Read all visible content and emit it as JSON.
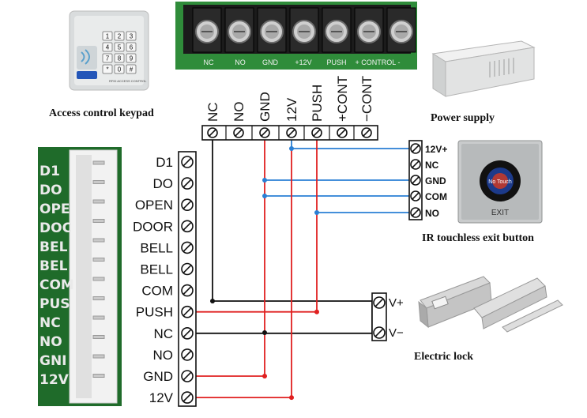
{
  "captions": {
    "keypad": "Access control keypad",
    "power": "Power supply",
    "exit": "IR touchless exit button",
    "lock": "Electric lock"
  },
  "keypad_face": {
    "keys": [
      "1",
      "2",
      "3",
      "4",
      "5",
      "6",
      "7",
      "8",
      "9",
      "*",
      "0",
      "#"
    ],
    "brand": "RFID ACCESS CONTROL"
  },
  "exit_button": {
    "sensor_text": "No Touch",
    "exit_text": "EXIT"
  },
  "power_top_strip": [
    "NC",
    "NO",
    "GND",
    "+12V",
    "PUSH",
    "+ CONTROL -"
  ],
  "power_top_terminals": [
    "NC",
    "NO",
    "GND",
    "12V",
    "PUSH",
    "+CONT",
    "−CONT"
  ],
  "controller_terminals": [
    "D1",
    "DO",
    "OPEN",
    "DOOR",
    "BELL",
    "BELL",
    "COM",
    "PUSH",
    "NC",
    "NO",
    "GND",
    "12V"
  ],
  "pcb_labels": [
    "D1",
    "DO",
    "OPE",
    "DOC",
    "BEL",
    "BEL",
    "COM",
    "PUS",
    "NC",
    "NO",
    "GNI",
    "12V"
  ],
  "exit_terminals": [
    "12V+",
    "NC",
    "GND",
    "COM",
    "NO"
  ],
  "lock_terminals": [
    "V+",
    "V−"
  ],
  "colors": {
    "red_wire": "#e02020",
    "blue_wire": "#2a7fd4",
    "black_wire": "#111111",
    "green_board": "#2f7d32",
    "pcb_green": "#1f6b2a"
  }
}
